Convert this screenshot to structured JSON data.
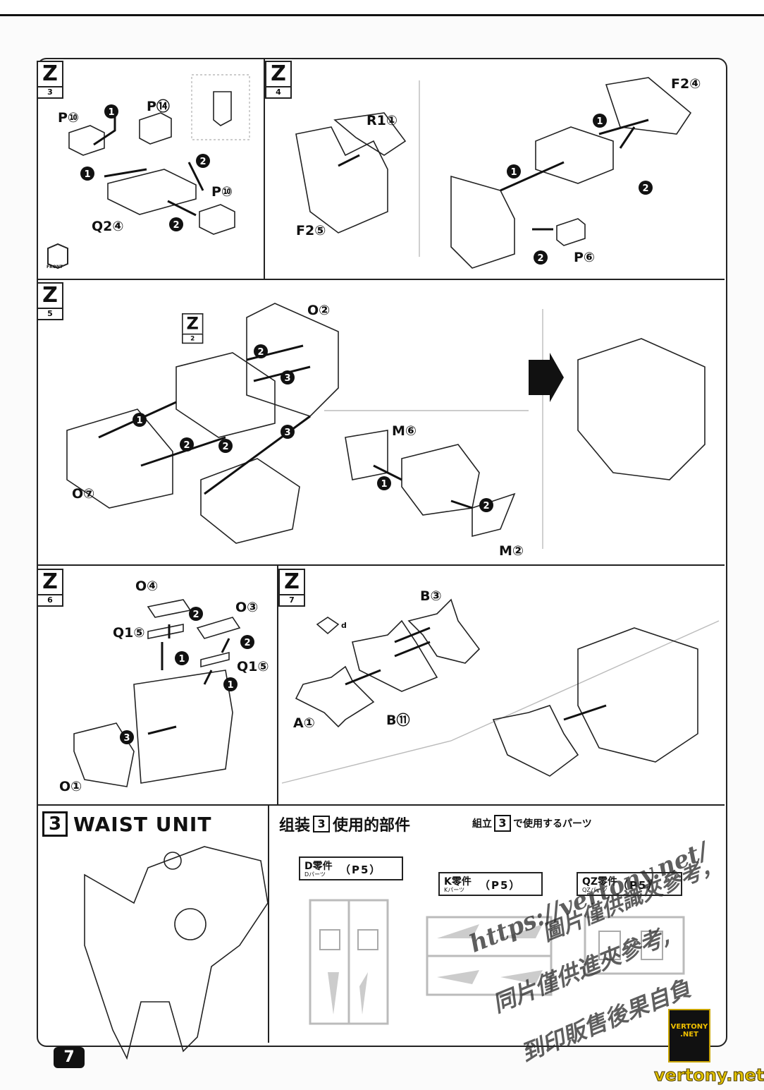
{
  "page_number": "7",
  "steps": [
    {
      "letter": "Z",
      "number": "3",
      "labels": [
        "P⑩",
        "P⑭",
        "P⑩",
        "Q2④"
      ],
      "arrow_numbers": [
        "1",
        "1",
        "2",
        "2"
      ],
      "front_label": "FRONT"
    },
    {
      "letter": "Z",
      "number": "4",
      "labels": [
        "R1①",
        "F2⑤",
        "F2④",
        "P⑥"
      ],
      "arrow_numbers": [
        "1",
        "1",
        "2",
        "2"
      ]
    },
    {
      "letter": "Z",
      "number": "5",
      "labels": [
        "O②",
        "O⑦",
        "M⑥",
        "M②"
      ],
      "sub_step": {
        "letter": "Z",
        "number": "2"
      },
      "arrow_numbers": [
        "1",
        "2",
        "2",
        "2",
        "3",
        "3",
        "1",
        "2"
      ]
    },
    {
      "letter": "Z",
      "number": "6",
      "labels": [
        "O④",
        "O③",
        "Q1⑤",
        "Q1⑤",
        "O①"
      ],
      "arrow_numbers": [
        "2",
        "2",
        "1",
        "1",
        "3"
      ]
    },
    {
      "letter": "Z",
      "number": "7",
      "labels": [
        "B③",
        "A①",
        "B⑪",
        "d"
      ]
    }
  ],
  "section": {
    "number": "3",
    "title": "WAIST UNIT"
  },
  "parts_used": {
    "title_zh": "组装",
    "title_zh_suffix": "使用的部件",
    "title_jp": "組立",
    "title_jp_suffix": "で使用するパーツ",
    "step_number": "3",
    "runners": [
      {
        "name": "D零件",
        "sub": "Dパーツ",
        "page": "（P5）"
      },
      {
        "name": "K零件",
        "sub": "Kパーツ",
        "page": "（P5）"
      },
      {
        "name": "QZ零件",
        "sub": "QZパーツ",
        "page": "（P5）"
      }
    ]
  },
  "watermark": {
    "url": "https://vertony.net/",
    "line2": "圖片僅供識夾參考，",
    "line3": "同片僅供進夾參考,",
    "line4": "到印販售後果自負",
    "logo_top": "VERTONY",
    "logo_bottom": ".NET",
    "footer_url": "vertony.net"
  }
}
